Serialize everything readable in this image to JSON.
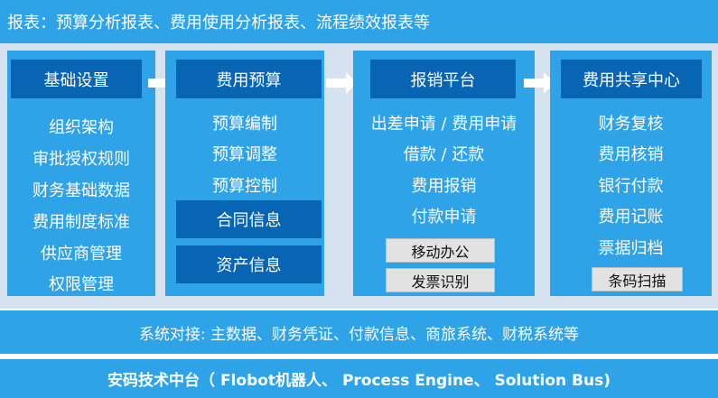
{
  "top_band": {
    "text": "报表：预算分析报表、费用使用分析报表、流程绩效报表等"
  },
  "columns": [
    {
      "header": "基础设置",
      "items": [
        "组织架构",
        "审批授权规则",
        "财务基础数据",
        "费用制度标准",
        "供应商管理",
        "权限管理"
      ]
    },
    {
      "header": "费用预算",
      "items": [
        "预算编制",
        "预算调整",
        "预算控制"
      ],
      "boxes": [
        "合同信息",
        "资产信息"
      ]
    },
    {
      "header": "报销平台",
      "items": [
        "出差申请 / 费用申请",
        "借款 / 还款",
        "费用报销",
        "付款申请"
      ],
      "tags": [
        "移动办公",
        "发票识别"
      ]
    },
    {
      "header": "费用共享中心",
      "items": [
        "财务复核",
        "费用核销",
        "银行付款",
        "费用记账",
        "票据归档"
      ],
      "tags": [
        "条码扫描"
      ]
    }
  ],
  "mid_band": {
    "text": "系统对接: 主数据、财务凭证、付款信息、商旅系统、财税系统等"
  },
  "bottom_band": {
    "text": "安码技术中台（ Flobot机器人、 Process Engine、 Solution Bus)"
  },
  "colors": {
    "band": "#2ea3e8",
    "dark": "#0865b4",
    "background": "#d5e2ef",
    "tag": "#e2e2e2"
  }
}
